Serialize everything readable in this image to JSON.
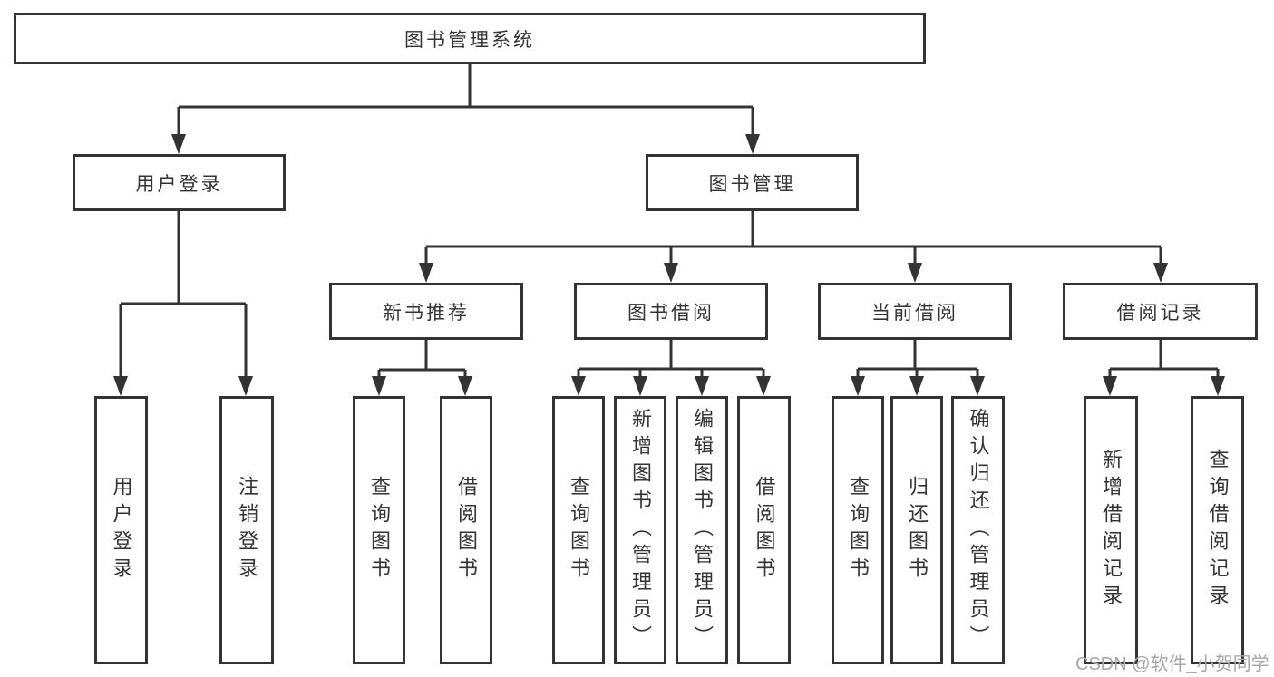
{
  "tree": {
    "root": {
      "label": "图书管理系统"
    },
    "branches": [
      {
        "label": "用户登录",
        "children": [
          {
            "label": "用户登录"
          },
          {
            "label": "注销登录"
          }
        ]
      },
      {
        "label": "图书管理",
        "children": [
          {
            "label": "新书推荐",
            "children": [
              {
                "label": "查询图书"
              },
              {
                "label": "借阅图书"
              }
            ]
          },
          {
            "label": "图书借阅",
            "children": [
              {
                "label": "查询图书"
              },
              {
                "label": "新增图书（管理员）"
              },
              {
                "label": "编辑图书（管理员）"
              },
              {
                "label": "借阅图书"
              }
            ]
          },
          {
            "label": "当前借阅",
            "children": [
              {
                "label": "查询图书"
              },
              {
                "label": "归还图书"
              },
              {
                "label": "确认归还（管理员）"
              }
            ]
          },
          {
            "label": "借阅记录",
            "children": [
              {
                "label": "新增借阅记录"
              },
              {
                "label": "查询借阅记录"
              }
            ]
          }
        ]
      }
    ]
  },
  "watermark": "CSDN @软件_小贺同学",
  "colors": {
    "line": "#333333",
    "box_border": "#333333",
    "box_fill": "#ffffff",
    "text": "#333333",
    "watermark": "#a6a6a6",
    "background": "#ffffff"
  }
}
